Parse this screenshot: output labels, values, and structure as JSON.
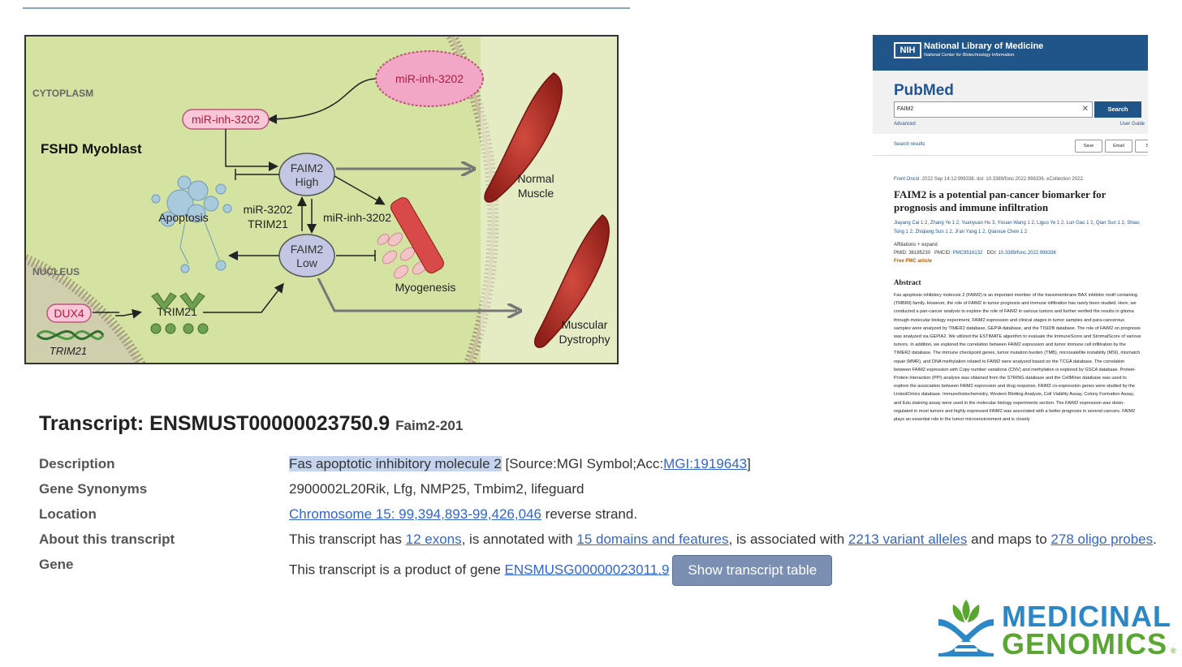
{
  "diagram": {
    "cytoplasm_label": "CYTOPLASM",
    "nucleus_label": "NUCLEUS",
    "cell_label": "FSHD Myoblast",
    "mir_outside": "miR-inh-3202",
    "mir_inside": "miR-inh-3202",
    "faim2_high_line1": "FAIM2",
    "faim2_high_line2": "High",
    "faim2_low_line1": "FAIM2",
    "faim2_low_line2": "Low",
    "apoptosis": "Apoptosis",
    "mir_trim_line1": "miR-3202",
    "mir_trim_line2": "TRIM21",
    "mir_inh_mid": "miR-inh-3202",
    "myogenesis": "Myogenesis",
    "normal_muscle_line1": "Normal",
    "normal_muscle_line2": "Muscle",
    "dystrophy_line1": "Muscular",
    "dystrophy_line2": "Dystrophy",
    "dux4": "DUX4",
    "trim21_gene": "TRIM21",
    "trim21_protein": "TRIM21"
  },
  "pubmed": {
    "nlm_title": "National Library of Medicine",
    "nlm_sub": "National Center for Biotechnology Information",
    "nih_logo": "NIH",
    "logo": "PubMed",
    "search_value": "FAIM2",
    "search_button": "Search",
    "advanced": "Advanced",
    "user_guide": "User Guide",
    "search_results": "Search results",
    "save": "Save",
    "email": "Email",
    "send": "Se",
    "journal": "Front Oncol.",
    "citation": " 2022 Sep 14;12:998336. doi: 10.3389/fonc.2022.998336. eCollection 2022.",
    "title": "FAIM2 is a potential pan-cancer biomarker for prognosis and immune infiltration",
    "authors": "Jiayang Cai 1 2, Zhang Ye 1 2, Yuanyuan Hu 3, Yixuan Wang 1 2, Liguo Ye 1 2, Lun Gao 1 2, Qian Sun 1 2, Shiao Tong 1 2, Zhiqiang Sun 1 2, Ji'an Yang 1 2, Qianxue Chen 1 2",
    "affiliations": "Affiliations  + expand",
    "pmid": "PMID: 36185230",
    "pmcid_label": "PMCID: ",
    "pmcid": "PMC9516132",
    "doi_label": "DOI: ",
    "doi": "10.3389/fonc.2022.998336",
    "free": "Free PMC article",
    "abstract_heading": "Abstract",
    "abstract": "Fas apoptosis inhibitory molecule 2 (FAIM2) is an important member of the transmembrane BAX inhibitor motif containing (TMBIM) family. However, the role of FAIM2 in tumor prognosis and immune infiltration has rarely been studied. Here, we conducted a pan-cancer analysis to explore the role of FAIM2 in various tumors and further verified the results in glioma through molecular biology experiment. FAIM2 expression and clinical stages in tumor samples and para-cancerous samples were analyzed by TIMER2 database, GEPIA database, and the TISIDB database. The role of FAIM2 on prognosis was analyzed via GEPIA2. We utilized the ESTIMATE algorithm to evaluate the ImmuneScore and StromalScore of various tumors. In addition, we explored the correlation between FAIM2 expression and tumor immune cell infiltration by the TIMER2 database. The immune checkpoint genes, tumor mutation burden (TMB), microsatellite instability (MSI), mismatch repair (MMR), and DNA methylation related to FAIM2 were analyzed based on the TCGA database. The correlation between FAIM2 expression with Copy number variations (CNV) and methylation is explored by GSCA database. Protein-Protein Interaction (PPI) analysis was obtained from the STRING database and the CellMiner database was used to explore the association between FAIM2 expression and drug response. FAIM2 co-expression genes were studied by the LinkedOmics database. Immunohistochemistry, Western Blotting Analysis, Cell Viability Assay, Colony Formation Assay, and Edu staining assay were used in the molecular biology experiments section. The FAIM2 expression was down-regulated in most tumors and highly expressed FAIM2 was associated with a better prognosis in several cancers. FAIM2 plays an essential role in the tumor microenvironment and is closely"
  },
  "transcript": {
    "title": "Transcript: ENSMUST00000023750.9",
    "subtitle": "Faim2-201",
    "description_label": "Description",
    "description_highlight": "Fas apoptotic inhibitory molecule 2",
    "description_source": " [Source:MGI Symbol;Acc:",
    "description_link": "MGI:1919643",
    "description_end": "]",
    "synonyms_label": "Gene Synonyms",
    "synonyms_value": "2900002L20Rik, Lfg, NMP25, Tmbim2, lifeguard",
    "location_label": "Location",
    "location_link": "Chromosome 15: 99,394,893-99,426,046",
    "location_rest": " reverse strand.",
    "about_label": "About this transcript",
    "about_p1": "This transcript has ",
    "exons_link": "12 exons",
    "about_p2": ", is annotated with ",
    "domains_link": "15 domains and features",
    "about_p3": ", is associated with ",
    "variants_link": "2213 variant alleles",
    "about_p4": " and maps to ",
    "oligo_link": "278 oligo probes",
    "about_p5": ".",
    "gene_label": "Gene",
    "gene_p1": "This transcript is a product of gene ",
    "gene_link": "ENSMUSG00000023011.9",
    "show_table_button": "Show transcript table"
  },
  "logo": {
    "line1": "MEDICINAL",
    "line2": "GENOMICS",
    "reg": "®"
  }
}
